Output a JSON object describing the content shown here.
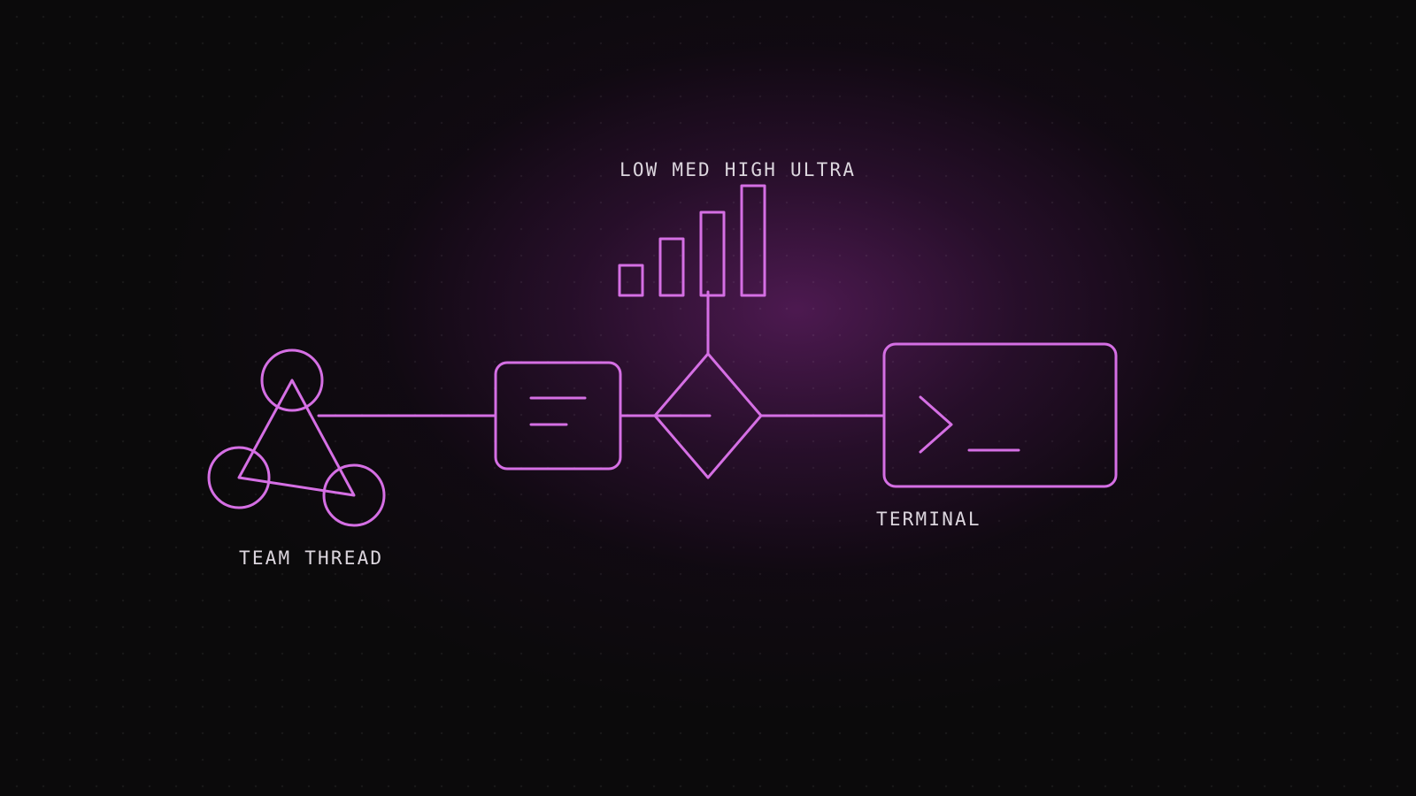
{
  "labels": {
    "levels": "LOW MED HIGH ULTRA",
    "team": "TEAM THREAD",
    "terminal": "TERMINAL"
  },
  "terminal_prompt": ">_",
  "level_bars": [
    {
      "name": "LOW",
      "level": 1
    },
    {
      "name": "MED",
      "level": 2
    },
    {
      "name": "HIGH",
      "level": 3
    },
    {
      "name": "ULTRA",
      "level": 4
    }
  ],
  "colors": {
    "stroke": "#d56fe4",
    "text": "#dcd6de",
    "background": "#0b0a0b",
    "glow": "#581c5c"
  },
  "icons": {
    "team": "team-thread-icon",
    "message": "message-card-icon",
    "decision": "decision-diamond-icon",
    "levels": "signal-bars-icon",
    "terminal": "terminal-icon"
  }
}
